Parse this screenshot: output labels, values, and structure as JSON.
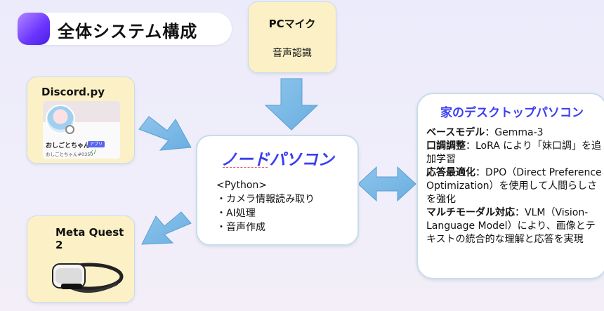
{
  "header": {
    "title": "全体システム構成"
  },
  "pc_mic": {
    "label": "PCマイク",
    "sub": "音声認識"
  },
  "discord": {
    "label": "Discord.py",
    "profile": {
      "display_name": "おしごとちゃん",
      "badge": "アプリ",
      "tag": "おしごとちゃん#0350",
      "check": "✓/"
    }
  },
  "meta_quest": {
    "label": "Meta Quest 2"
  },
  "node_pc": {
    "title": "ノードパソコン",
    "lines": [
      "<Python>",
      "・カメラ情報読み取り",
      "・AI処理",
      "・音声作成"
    ]
  },
  "home_pc": {
    "title": "家のデスクトップパソコン",
    "items": [
      {
        "key": "ベースモデル",
        "value": "：Gemma-3"
      },
      {
        "key": "口調調整",
        "value": "：LoRA により「妹口調」を追加学習"
      },
      {
        "key": "応答最適化",
        "value": "：DPO（Direct Preference Optimization）を使用して人間らしさを強化"
      },
      {
        "key": "マルチモーダル対応",
        "value": "：VLM（Vision-Language Model）により、画像とテキストの統合的な理解と応答を実現"
      }
    ]
  },
  "colors": {
    "accent": "#3a3ef0",
    "arrow": "#7cb8e6",
    "box_yellow": "#fcf1c6"
  }
}
